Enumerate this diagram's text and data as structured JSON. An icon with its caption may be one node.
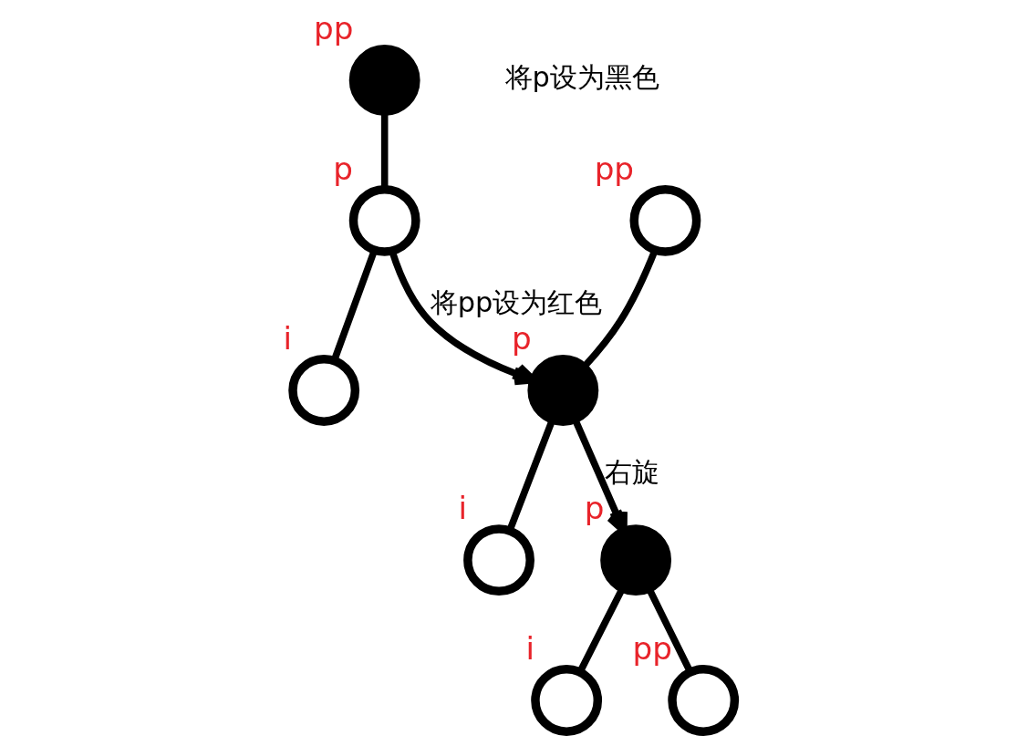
{
  "diagram": {
    "nodes": [
      {
        "text": [],
        "shape": "circle",
        "beside": [
          "pp"
        ]
      },
      {
        "text": [],
        "shape": "circle",
        "beside": [
          "p"
        ]
      },
      {
        "text": [],
        "shape": "circle",
        "beside": [
          "i"
        ]
      },
      {
        "text": [],
        "shape": "circle",
        "beside": [
          "pp"
        ]
      },
      {
        "text": [],
        "shape": "circle",
        "beside": [
          "p"
        ]
      },
      {
        "text": [],
        "shape": "circle",
        "beside": [
          "i"
        ]
      },
      {
        "text": [],
        "shape": "circle",
        "beside": [
          "p"
        ]
      },
      {
        "text": [],
        "shape": "circle",
        "beside": [
          "i"
        ]
      },
      {
        "text": [],
        "shape": "circle",
        "beside": [
          "pp"
        ]
      }
    ],
    "edges": [
      {
        "from": 0,
        "to": 1,
        "arrow": "none"
      },
      {
        "from": 1,
        "to": 2,
        "arrow": "none"
      },
      {
        "from": 1,
        "to": 4,
        "arrow": "to",
        "label": "将pp设为红色"
      },
      {
        "from": 3,
        "to": 4,
        "arrow": "none"
      },
      {
        "from": 4,
        "to": 5,
        "arrow": "none"
      },
      {
        "from": 4,
        "to": 6,
        "arrow": "to",
        "label": "右旋"
      },
      {
        "from": 6,
        "to": 7,
        "arrow": "none"
      },
      {
        "from": 6,
        "to": 8,
        "arrow": "none"
      }
    ],
    "labels": [
      "将p设为黑色"
    ]
  }
}
